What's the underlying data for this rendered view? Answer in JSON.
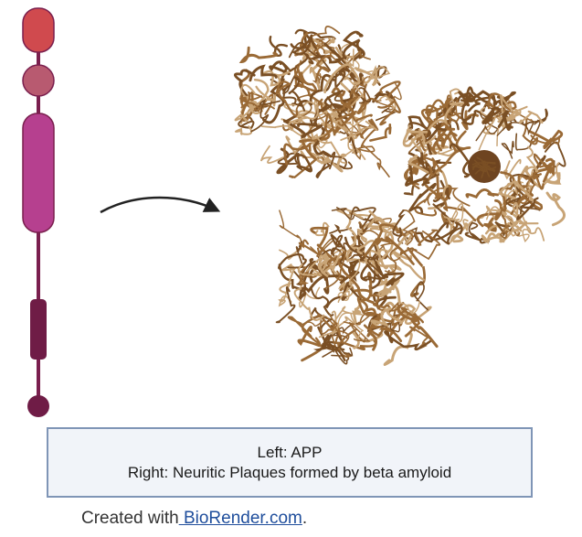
{
  "caption": {
    "line1": "Left: APP",
    "line2": "Right: Neuritic Plaques formed by beta amyloid"
  },
  "credit": {
    "prefix": "Created with",
    "link_text": " BioRender.com",
    "suffix": "."
  },
  "colors": {
    "app_top": "#d04a4e",
    "app_second": "#b85a70",
    "app_main": "#b6408f",
    "app_stem": "#7a1f4e",
    "app_lower": "#6f1c46",
    "fibril_dark": "#7a4f24",
    "fibril_mid": "#9a6a36",
    "fibril_light": "#c8a476",
    "core": "#6e4420",
    "caption_border": "#7f95b6",
    "caption_bg": "#f1f4f9",
    "link": "#1f4e9c"
  }
}
